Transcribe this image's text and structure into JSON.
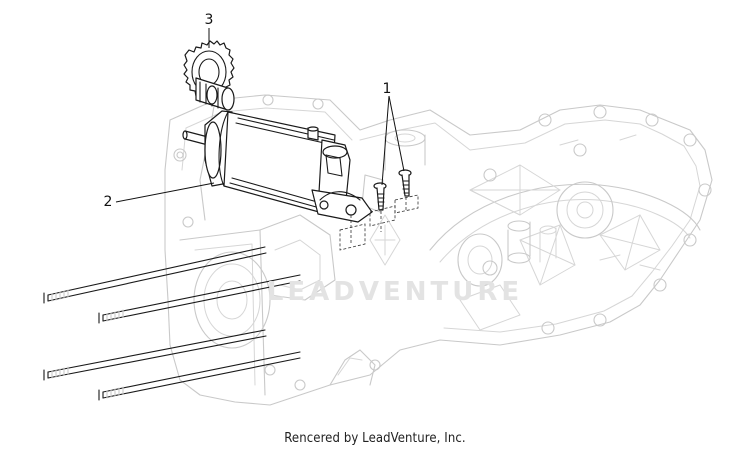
{
  "callouts": [
    {
      "label": "1",
      "part": "screw"
    },
    {
      "label": "2",
      "part": "starter-motor"
    },
    {
      "label": "3",
      "part": "gear"
    }
  ],
  "watermark": "LEADVENTURE",
  "caption": "Rencered by LeadVenture, Inc.",
  "colors": {
    "ink": "#1a1a1a",
    "ghost": "#c9c9c9",
    "background": "#ffffff"
  }
}
